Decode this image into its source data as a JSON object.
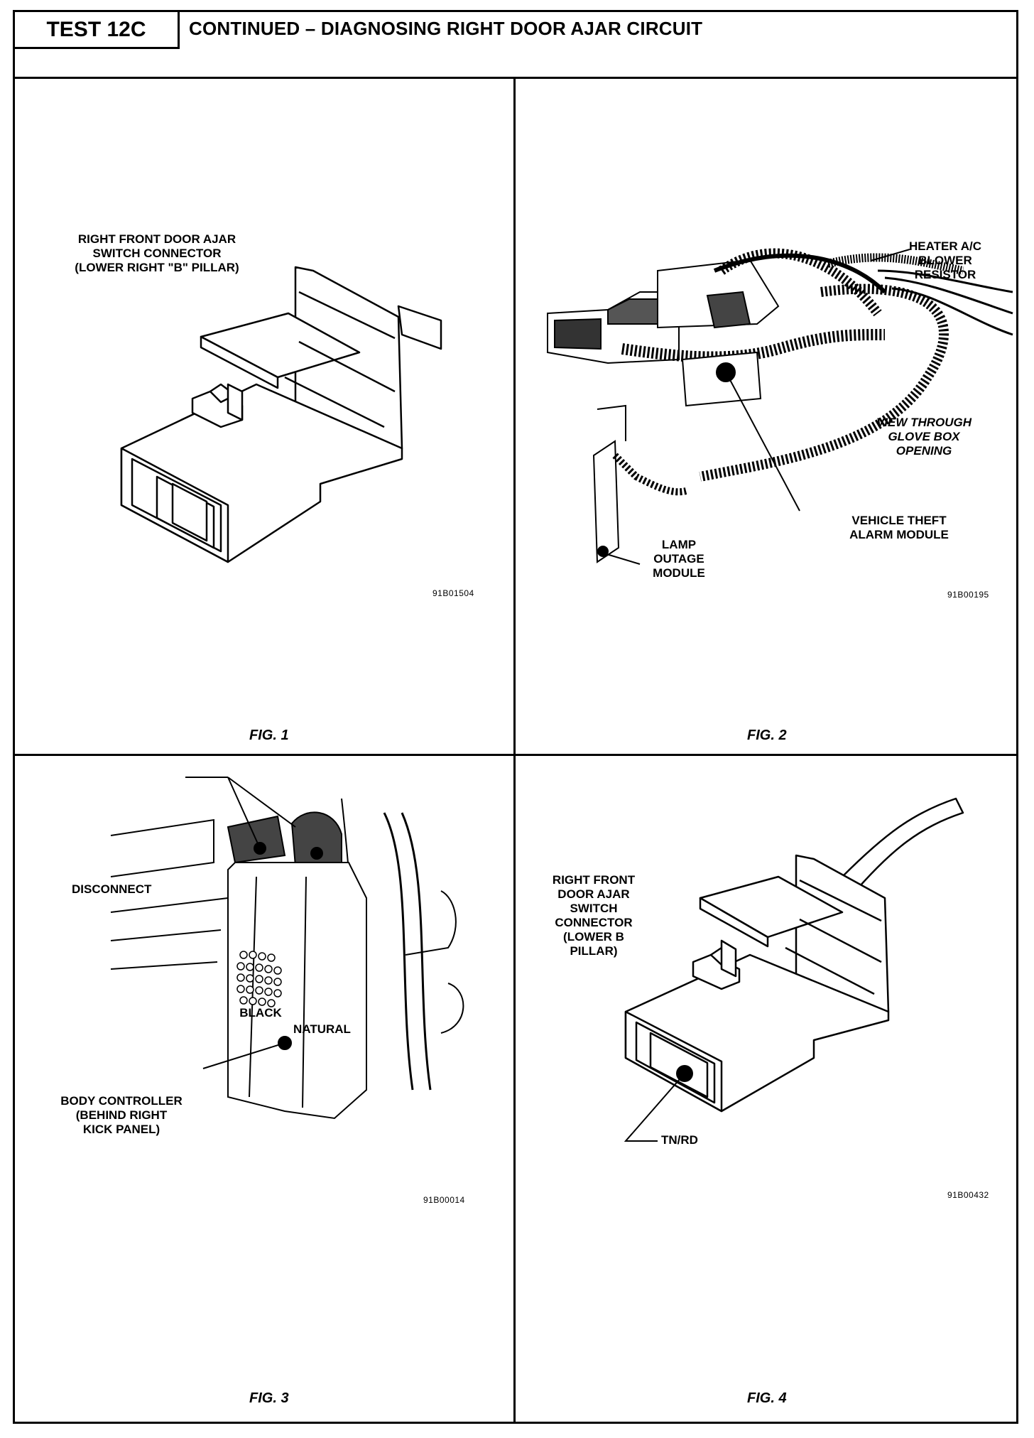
{
  "header": {
    "test_label": "TEST 12C",
    "title": "CONTINUED – DIAGNOSING RIGHT DOOR AJAR CIRCUIT"
  },
  "fig1": {
    "caption": "FIG. 1",
    "label_line1": "RIGHT FRONT DOOR AJAR",
    "label_line2": "SWITCH CONNECTOR",
    "label_line3": "(LOWER RIGHT \"B\" PILLAR)",
    "code": "91B01504"
  },
  "fig2": {
    "caption": "FIG. 2",
    "heater_line1": "HEATER A/C",
    "heater_line2": "BLOWER",
    "heater_line3": "RESISTOR",
    "view_line1": "VIEW THROUGH",
    "view_line2": "GLOVE BOX",
    "view_line3": "OPENING",
    "theft_line1": "VEHICLE THEFT",
    "theft_line2": "ALARM MODULE",
    "lamp_line1": "LAMP",
    "lamp_line2": "OUTAGE",
    "lamp_line3": "MODULE",
    "code": "91B00195"
  },
  "fig3": {
    "caption": "FIG. 3",
    "disconnect": "DISCONNECT",
    "black": "BLACK",
    "natural": "NATURAL",
    "body_line1": "BODY CONTROLLER",
    "body_line2": "(BEHIND RIGHT",
    "body_line3": "KICK PANEL)",
    "code": "91B00014"
  },
  "fig4": {
    "caption": "FIG. 4",
    "label_line1": "RIGHT FRONT",
    "label_line2": "DOOR AJAR",
    "label_line3": "SWITCH",
    "label_line4": "CONNECTOR",
    "label_line5": "(LOWER B",
    "label_line6": "PILLAR)",
    "wire": "TN/RD",
    "code": "91B00432"
  }
}
